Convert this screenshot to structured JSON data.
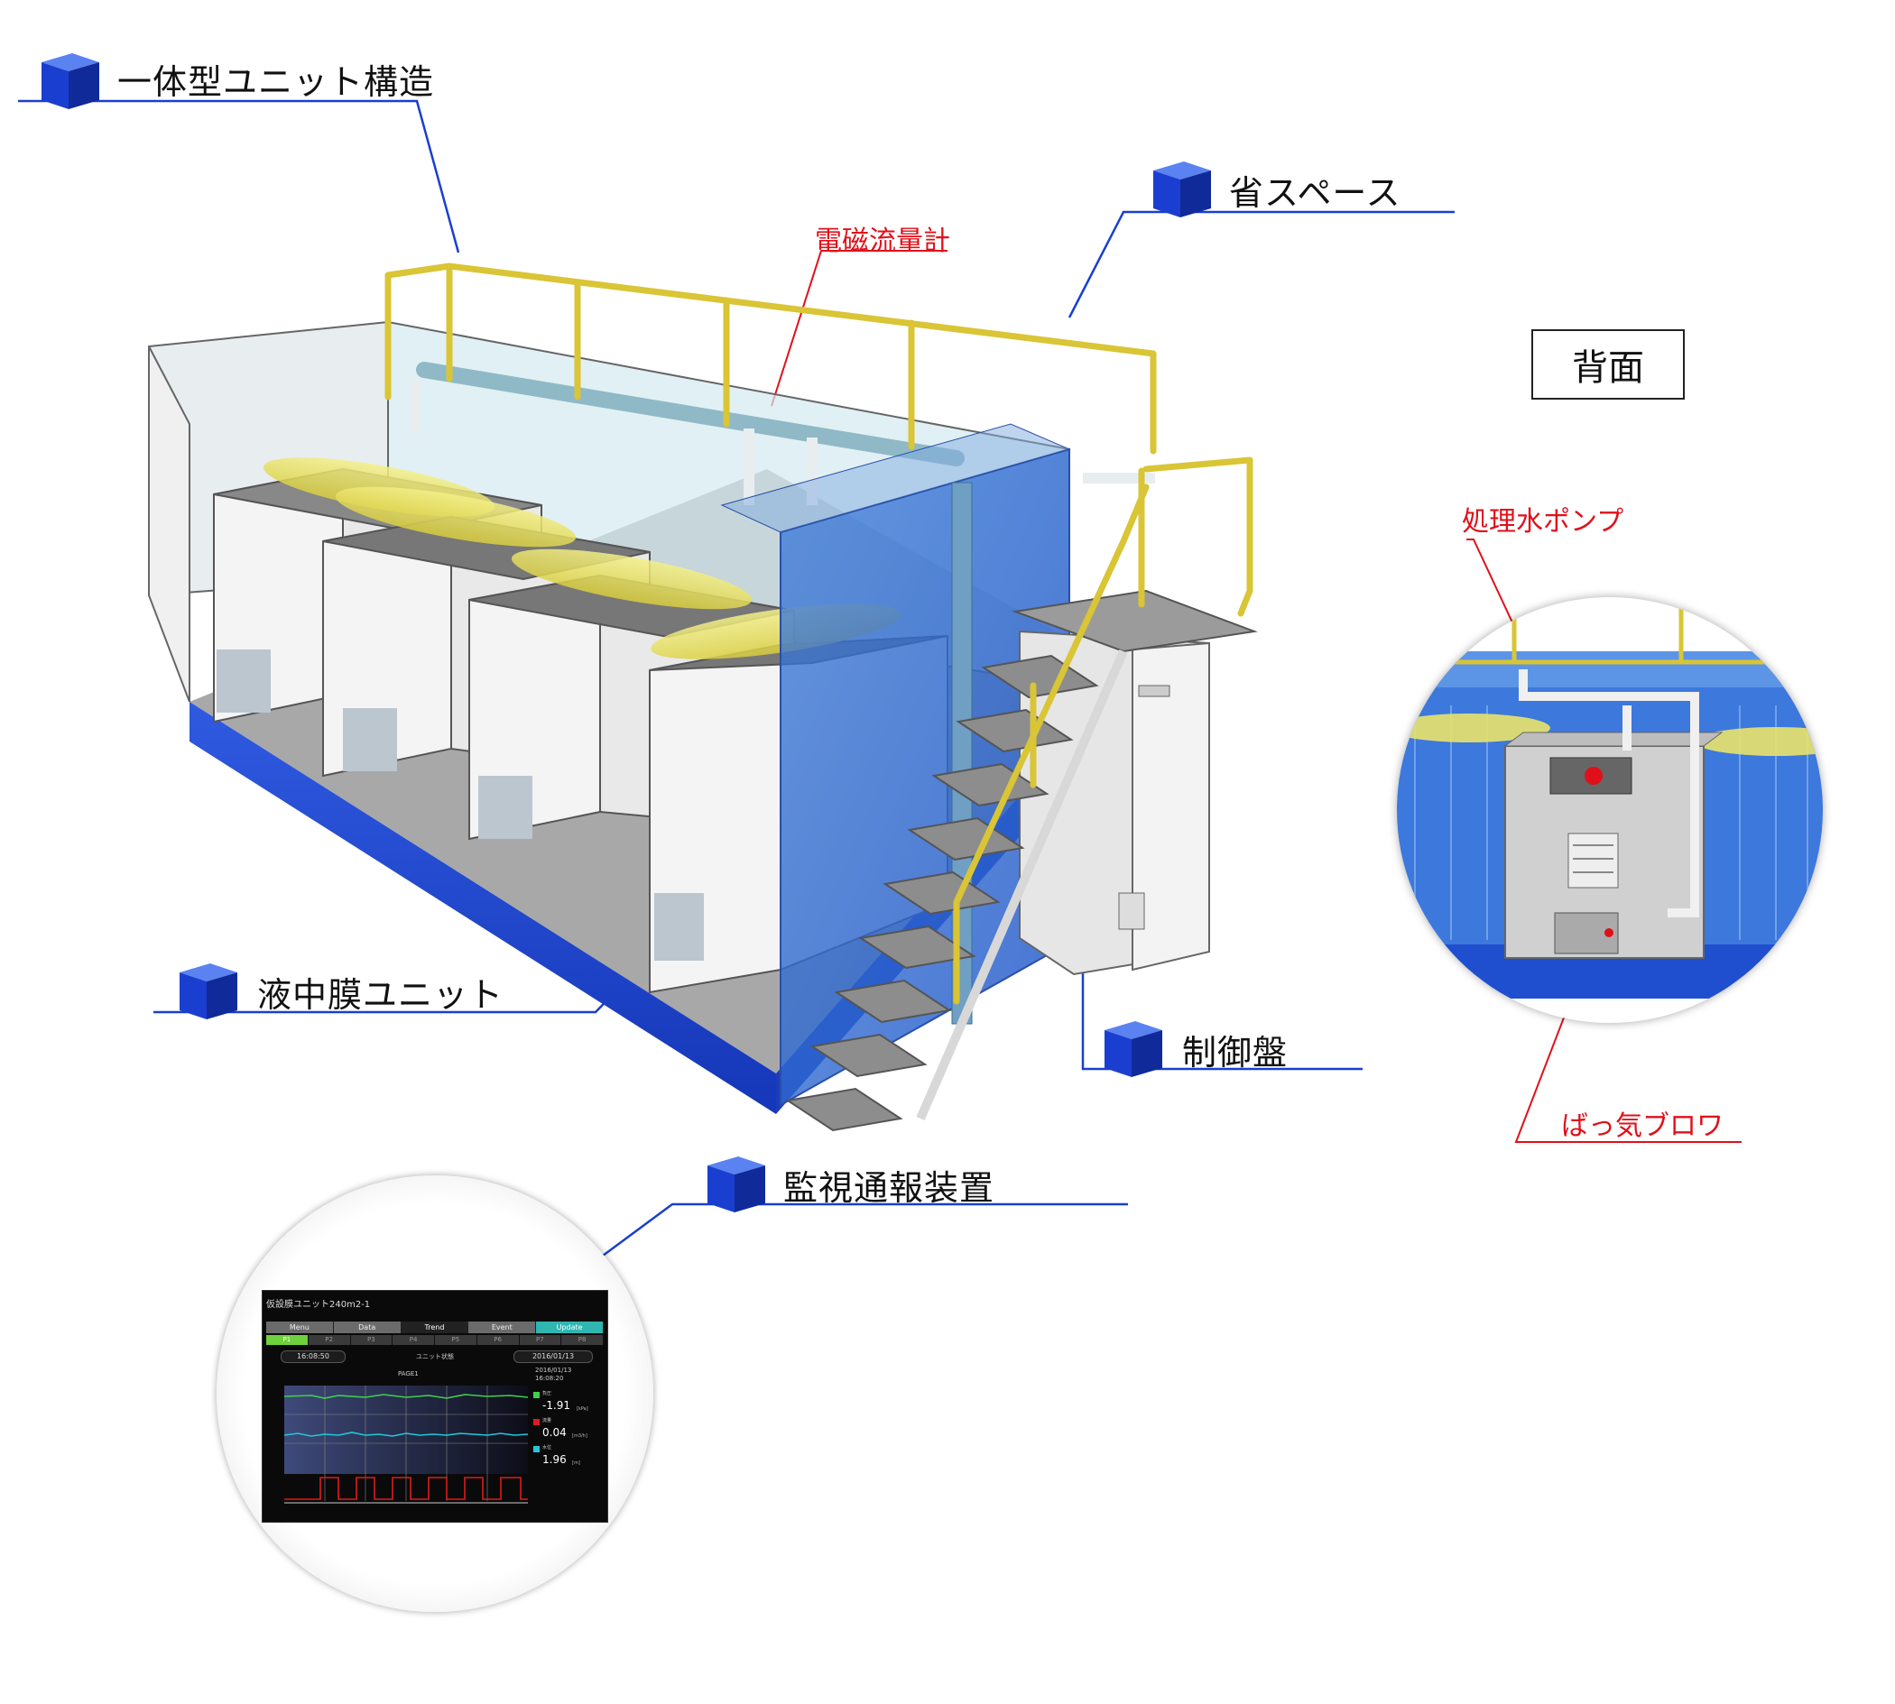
{
  "callouts": {
    "unit_structure": "一体型ユニット構造",
    "space_saving": "省スペース",
    "membrane_unit": "液中膜ユニット",
    "control_panel": "制御盤",
    "monitoring": "監視通報装置"
  },
  "red_labels": {
    "flowmeter": "電磁流量計",
    "pump": "処理水ポンプ",
    "blower": "ばっ気ブロワ"
  },
  "back_label": "背面",
  "monitor": {
    "title": "仮設膜ユニット240m2-1",
    "tabs": [
      "Menu",
      "Data",
      "Trend",
      "Event",
      "Update"
    ],
    "active_tab": "Trend",
    "pages": [
      "P1",
      "P2",
      "P3",
      "P4",
      "P5",
      "P6",
      "P7",
      "P8"
    ],
    "time": "16:08:50",
    "status_label": "ユニット状態",
    "date": "2016/01/13",
    "chart_title": "PAGE1",
    "stamp_date": "2016/01/13",
    "stamp_time": "16:08:20",
    "readings": [
      {
        "name": "負圧",
        "value": "-1.91",
        "unit": "[kPa]",
        "color": "#3fd14b"
      },
      {
        "name": "流量",
        "value": "0.04",
        "unit": "[m3/h]",
        "color": "#e01b1b"
      },
      {
        "name": "水位",
        "value": "1.96",
        "unit": "[m]",
        "color": "#24c7d8"
      }
    ]
  },
  "colors": {
    "accent_blue": "#1a3fd0",
    "label_red": "#e0101a",
    "railing_yellow": "#d9c535"
  }
}
